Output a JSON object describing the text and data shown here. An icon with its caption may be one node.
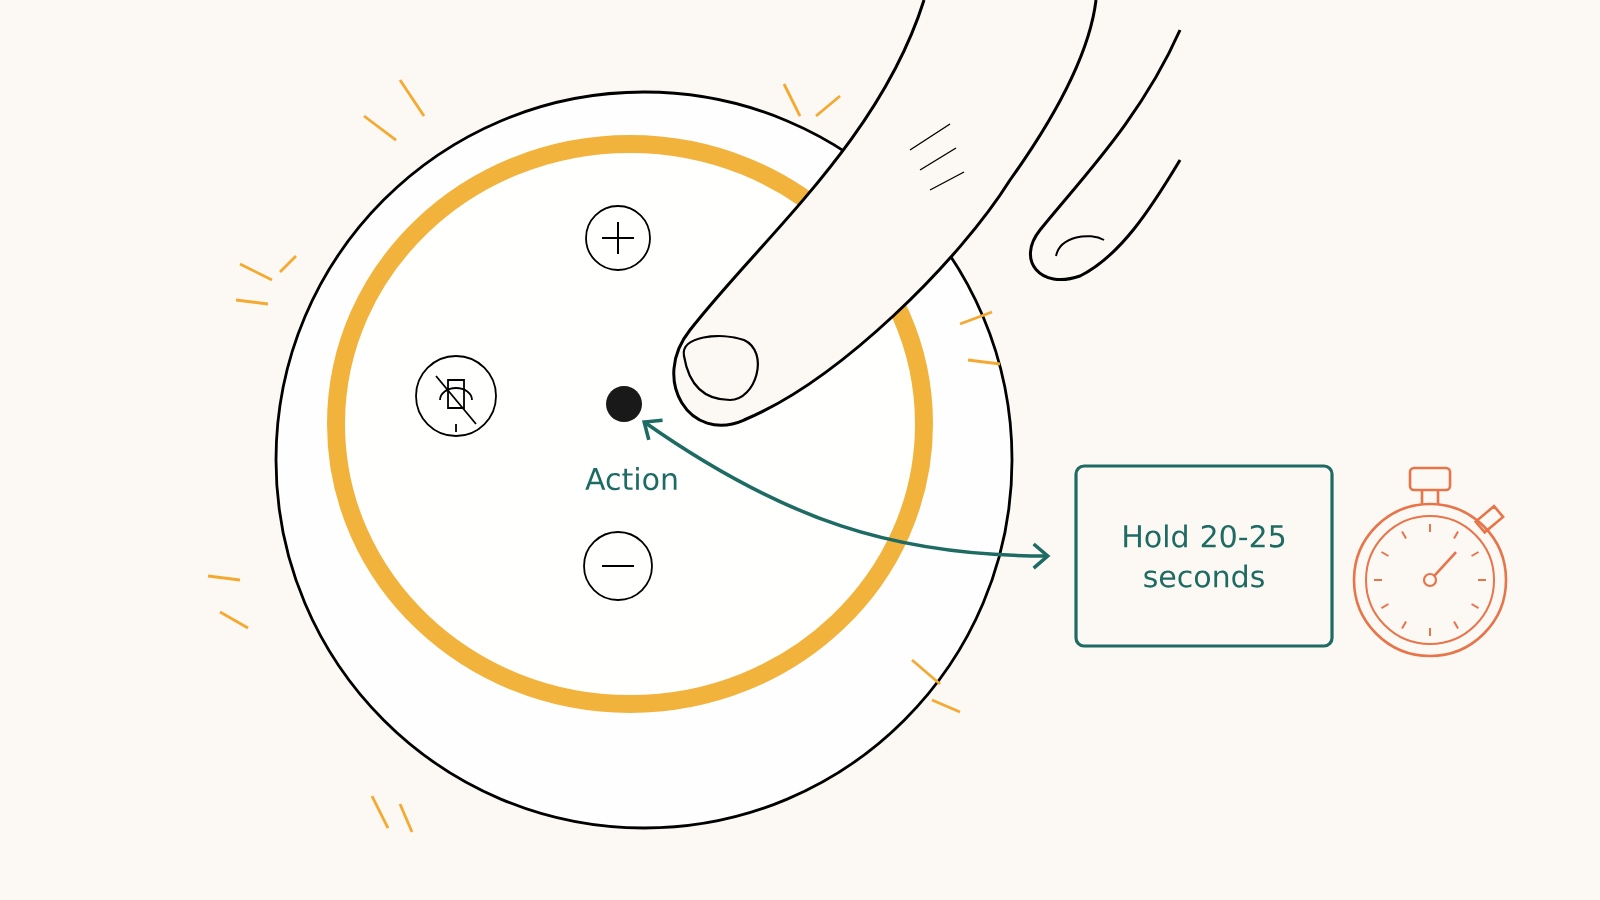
{
  "diagram": {
    "nodes": [
      {
        "text": [],
        "shape": "circle",
        "beside": [
          "Action"
        ]
      },
      {
        "text": [
          "Hold 20-25 seconds"
        ]
      }
    ],
    "edges": [
      {
        "from": 0,
        "to": 1,
        "arrow": "both"
      }
    ]
  }
}
